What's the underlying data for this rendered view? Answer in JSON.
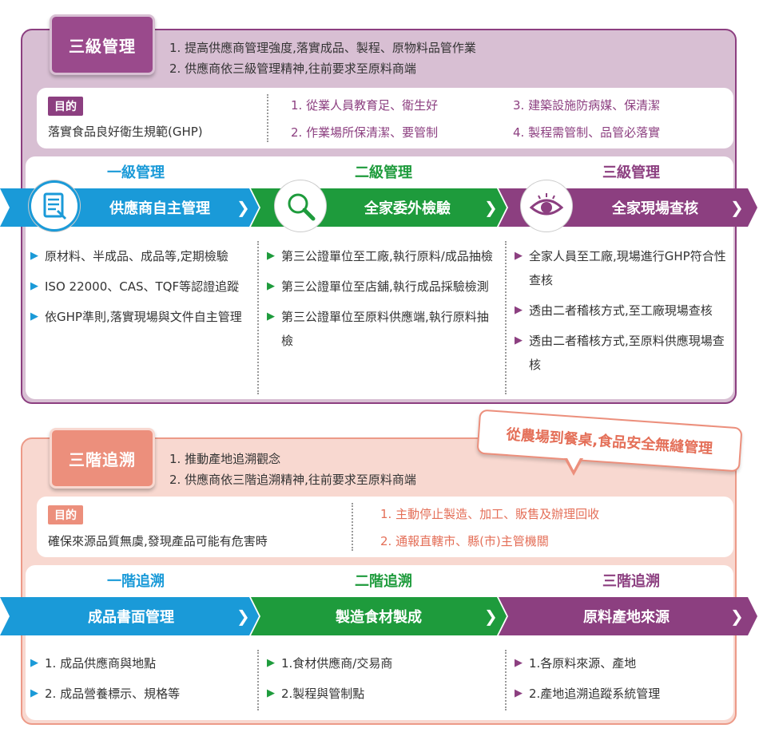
{
  "section1": {
    "tab": "三級管理",
    "intro": [
      "1. 提高供應商管理強度,落實成品、製程、原物料品管作業",
      "2. 供應商依三級管理精神,往前要求至原料商端"
    ],
    "goal_tag": "目的",
    "goal_text": "落實食品良好衛生規範(GHP)",
    "goal_items": [
      "1. 從業人員教育足、衛生好",
      "2. 作業場所保清潔、要管制",
      "3. 建築設施防病媒、保清潔",
      "4. 製程需管制、品管必落實"
    ],
    "levels": [
      {
        "title": "一級管理",
        "band": "供應商自主管理",
        "bullets": [
          "原材料、半成品、成品等,定期檢驗",
          "ISO 22000、CAS、TQF等認證追蹤",
          "依GHP準則,落實現場與文件自主管理"
        ]
      },
      {
        "title": "二級管理",
        "band": "全家委外檢驗",
        "bullets": [
          "第三公證單位至工廠,執行原料/成品抽檢",
          "第三公證單位至店舖,執行成品採驗檢測",
          "第三公證單位至原料供應端,執行原料抽檢"
        ]
      },
      {
        "title": "三級管理",
        "band": "全家現場查核",
        "bullets": [
          "全家人員至工廠,現場進行GHP符合性查核",
          "透由二者稽核方式,至工廠現場查核",
          "透由二者稽核方式,至原料供應現場查核"
        ]
      }
    ]
  },
  "section2": {
    "tab": "三階追溯",
    "speech": "從農場到餐桌,食品安全無縫管理",
    "intro": [
      "1. 推動產地追溯觀念",
      "2. 供應商依三階追溯精神,往前要求至原料商端"
    ],
    "goal_tag": "目的",
    "goal_text": "確保來源品質無虞,發現產品可能有危害時",
    "goal_items": [
      "1. 主動停止製造、加工、販售及辦理回收",
      "2. 通報直轄市、縣(市)主管機關"
    ],
    "levels": [
      {
        "title": "一階追溯",
        "band": "成品書面管理",
        "bullets": [
          "1. 成品供應商與地點",
          "2. 成品營養標示、規格等"
        ]
      },
      {
        "title": "二階追溯",
        "band": "製造食材製成",
        "bullets": [
          "1.食材供應商/交易商",
          "2.製程與管制點"
        ]
      },
      {
        "title": "三階追溯",
        "band": "原料產地來源",
        "bullets": [
          "1.各原料來源、產地",
          "2.產地追溯追蹤系統管理"
        ]
      }
    ]
  },
  "colors": {
    "blue": "#1a9ad8",
    "green": "#1e9b3c",
    "purple": "#8c3f80",
    "pink": "#ec8f7c",
    "pink_text": "#e46f58"
  },
  "icons": [
    "document-icon",
    "magnifier-icon",
    "eye-icon",
    "chevron-right-icon",
    "triangle-bullet-icon"
  ]
}
